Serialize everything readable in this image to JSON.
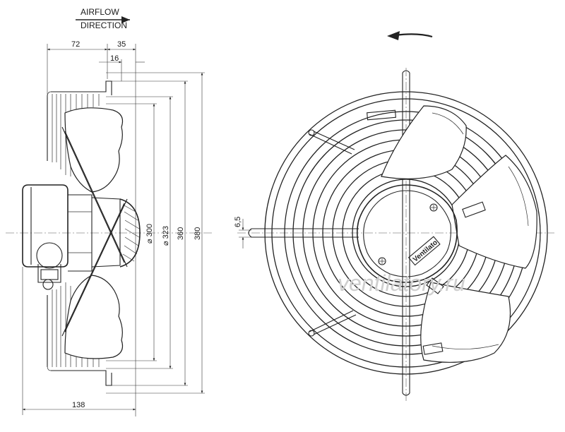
{
  "airflow": {
    "line1": "AIRFLOW",
    "line2": "DIRECTION"
  },
  "dimensions": {
    "top_72": "72",
    "top_35": "35",
    "top_16": "16",
    "dia_300": "⌀ 300",
    "dia_323": "⌀ 323",
    "dim_360": "360",
    "dim_380": "380",
    "bottom_138": "138",
    "hub_6_5": "6,5"
  },
  "label_plate": "Ventilato",
  "watermark": "ventilatory.ru",
  "icons": [
    "airflow-arrow-icon",
    "rotation-arrow-icon"
  ]
}
